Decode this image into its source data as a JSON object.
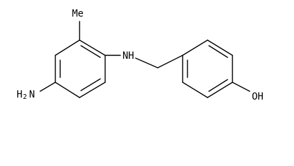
{
  "molecule": {
    "labels": {
      "methyl": "Me",
      "amine_bridge": "NH",
      "amino_main": "H",
      "amino_subscript": "2",
      "amino_N": "N",
      "hydroxyl": "OH"
    }
  }
}
